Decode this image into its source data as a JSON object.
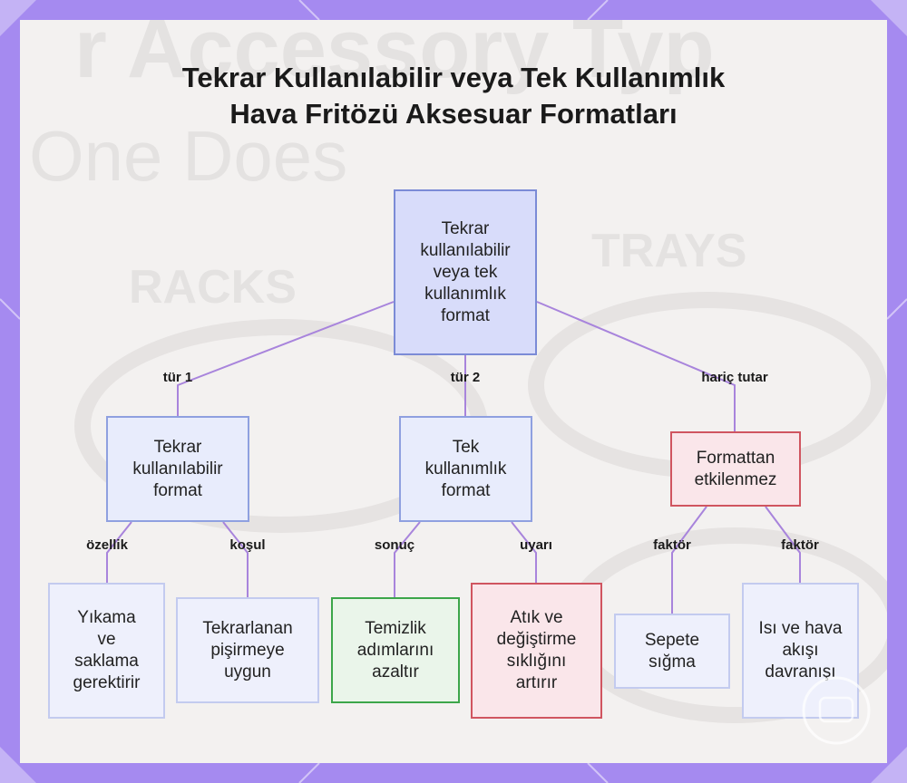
{
  "title": "Tekrar Kullanılabilir veya Tek Kullanımlık Hava Fritözü Aksesuar Formatları",
  "background_words": [
    "r Accessory Typ",
    "One Does",
    "RACKS",
    "TRAYS"
  ],
  "nodes": {
    "root": "Tekrar kullanılabilir veya tek kullanımlık format",
    "reusable": "Tekrar kullanılabilir format",
    "single_use": "Tek kullanımlık format",
    "unaffected": "Formattan etkilenmez",
    "wash": "Yıkama ve saklama gerektirir",
    "repeat": "Tekrarlanan pişirmeye uygun",
    "clean": "Temizlik adımlarını azaltır",
    "waste": "Atık ve değiştirme sıklığını artırır",
    "basket": "Sepete sığma",
    "heat": "Isı ve hava akışı davranışı"
  },
  "edge_labels": {
    "type1": "tür 1",
    "type2": "tür 2",
    "excludes": "hariç tutar",
    "feature": "özellik",
    "condition": "koşul",
    "result": "sonuç",
    "warning": "uyarı",
    "factor1": "faktör",
    "factor2": "faktör"
  },
  "colors": {
    "frame": "#a58af0",
    "edge": "#a884dc",
    "root_fill": "#d8dcfa",
    "blue_border": "#8fa0e0",
    "red_border": "#d05560",
    "green_border": "#3ca64a"
  }
}
